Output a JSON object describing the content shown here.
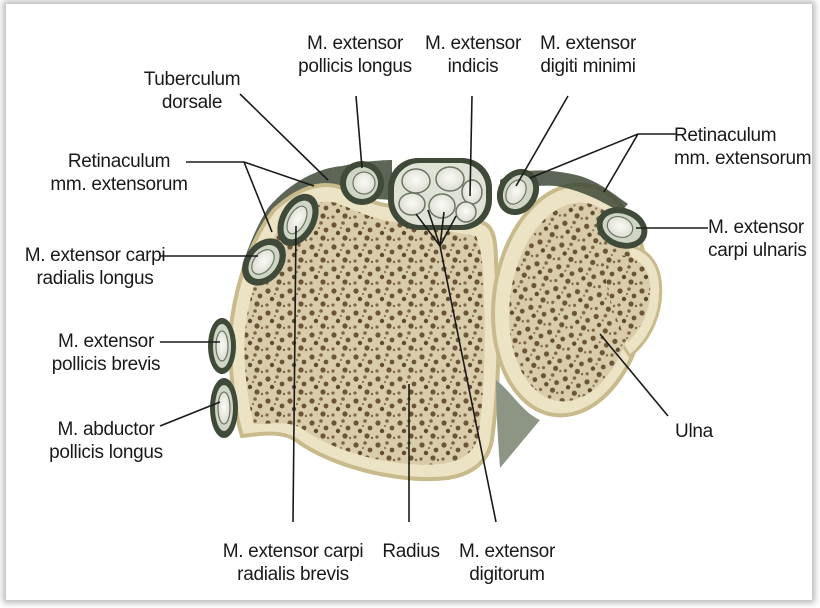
{
  "labels": {
    "tuberculum": "Tuberculum\ndorsale",
    "epl": "M. extensor\npollicis longus",
    "ei": "M. extensor\nindicis",
    "edm": "M. extensor\ndigiti minimi",
    "ret_left": "Retinaculum\nmm. extensorum",
    "ret_right": "Retinaculum\nmm. extensorum",
    "ecrl": "M. extensor carpi\nradialis longus",
    "ecu": "M. extensor\ncarpi ulnaris",
    "epb": "M. extensor\npollicis brevis",
    "apl": "M. abductor\npollicis longus",
    "ulna": "Ulna",
    "ecrb": "M. extensor carpi\nradialis brevis",
    "radius": "Radius",
    "ed": "M. extensor\ndigitorum"
  },
  "colors": {
    "bone": "#ece3c4",
    "bone_edge": "#c9ba8c",
    "trabecula": "#6b5536",
    "sheath": "#5c6752",
    "sheath_light": "#9aa590",
    "tendon": "#f1f1ea",
    "line": "#1a1a1a"
  }
}
